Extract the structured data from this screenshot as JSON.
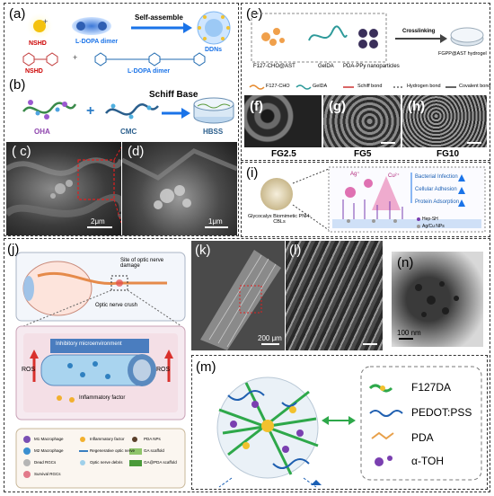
{
  "panels": {
    "a": {
      "label": "(a)",
      "nshd": "NSHD",
      "dopa_dimer": "L-DOPA dimer",
      "self_assemble": "Self-assemble",
      "ddns": "DDNs",
      "nshd2": "NSHD",
      "dopa_dimer2": "L-DOPA dimer"
    },
    "b": {
      "label": "(b)",
      "oha": "OHA",
      "cmc": "CMC",
      "schiff": "Schiff Base",
      "hbss": "HBSS"
    },
    "c": {
      "label": "( c)",
      "scale": "2μm"
    },
    "d": {
      "label": "(d)",
      "scale": "1μm"
    },
    "e": {
      "label": "(e)",
      "f127": "F127-CHO@AST",
      "gelda": "GelDA",
      "pda": "PDA-PPy nanoparticles",
      "crosslinking": "Crosslinking",
      "fgpp": "FGPP@AST hydrogel",
      "legend": [
        "F127-CHO",
        "GelDA",
        "Schiff bond",
        "Hydrogen bond",
        "Covalent bond"
      ]
    },
    "f": {
      "label": "(f)",
      "caption": "FG2.5"
    },
    "g": {
      "label": "(g)",
      "caption": "FG5"
    },
    "h": {
      "label": "(h)",
      "caption": "FG10"
    },
    "i": {
      "label": "(i)",
      "sample": "Glycocalyx Biomimetic PNH-CBLs",
      "ag": "Ag⁺",
      "cu": "Cu²⁺",
      "props": [
        "Bacterial Infection",
        "Cellular Adhesion",
        "Protein Adsorption"
      ],
      "hep": "Hep-SH",
      "agcu": "Ag/Cu NPs"
    },
    "j": {
      "label": "(j)",
      "site": "Site of optic nerve damage",
      "crush": "Optic nerve crush",
      "inhib": "Inhibitory microenvironment",
      "ros1": "ROS",
      "ros2": "ROS",
      "inflam": "Inflammatory factor",
      "legend": [
        "M1 Macrophage",
        "M2 Macrophage",
        "Dead RGCs",
        "Survival RGCs",
        "Inflammatory factor",
        "Regenerative optic nerve",
        "Optic nerve debris",
        "PDA NPs",
        "GA scaffold",
        "GA@PDA scaffold"
      ]
    },
    "k": {
      "label": "(k)",
      "scale": "200 μm"
    },
    "l": {
      "label": "(l)"
    },
    "n": {
      "label": "(n)",
      "scale": "100 nm"
    },
    "m": {
      "label": "(m)",
      "legend": [
        "F127DA",
        "PEDOT:PSS",
        "PDA",
        "α-TOH"
      ]
    }
  }
}
